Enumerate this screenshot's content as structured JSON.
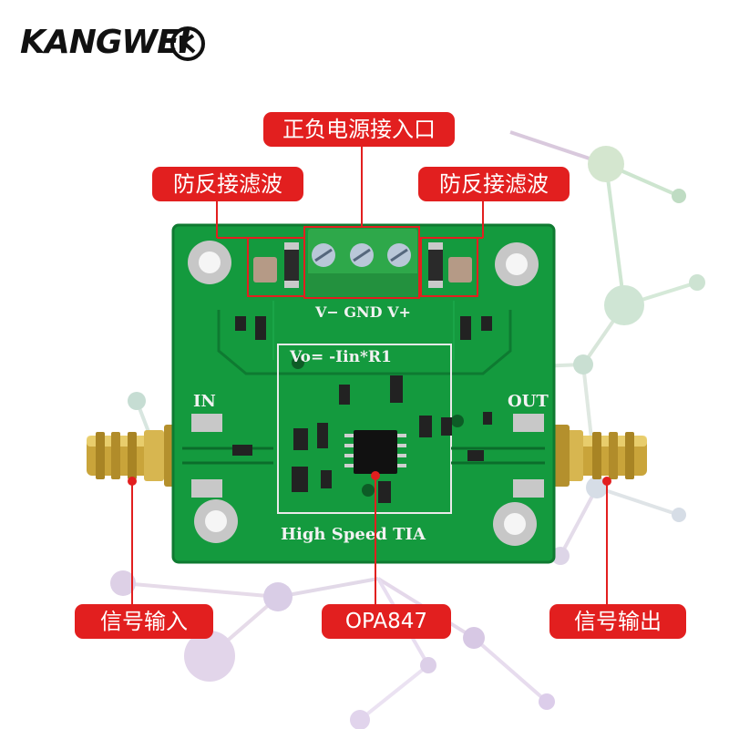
{
  "brand": {
    "logo_text": "KANGWEI"
  },
  "callouts": {
    "power_input": "正负电源接入口",
    "filter_left": "防反接滤波",
    "filter_right": "防反接滤波",
    "signal_in": "信号输入",
    "chip": "OPA847",
    "signal_out": "信号输出"
  },
  "board": {
    "terminal_label": "V− GND V+",
    "formula": "Vo= -Iin*R1",
    "title": "High  Speed  TIA",
    "in_label": "IN",
    "out_label": "OUT"
  },
  "colors": {
    "callout_red": "#e21f1f",
    "pcb_green": "#149a3e",
    "silk": "#f2f2f2"
  }
}
